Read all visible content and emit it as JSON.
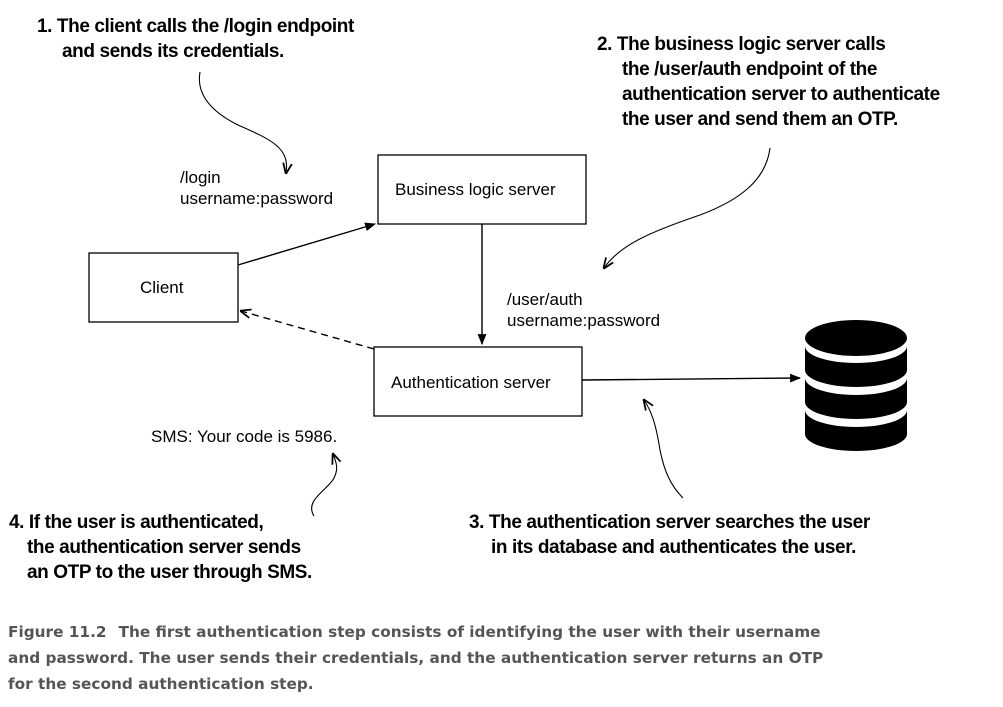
{
  "nodes": {
    "business": "Business logic server",
    "client": "Client",
    "auth": "Authentication server"
  },
  "edge_labels": {
    "login": [
      "/login",
      "username:password"
    ],
    "user_auth": [
      "/user/auth",
      "username:password"
    ],
    "sms": "SMS: Your code is 5986."
  },
  "annotations": {
    "step1": [
      "1. The client calls the /login endpoint",
      "and sends its credentials."
    ],
    "step2": [
      "2. The business logic server calls",
      "the /user/auth endpoint of the",
      "authentication server to authenticate",
      "the user and send them an OTP."
    ],
    "step3": [
      "3. The authentication server searches the user",
      "in its database and authenticates the user."
    ],
    "step4": [
      "4. If the user is authenticated,",
      "the authentication server sends",
      "an OTP to the user through SMS."
    ]
  },
  "caption": {
    "figure": "Figure 11.2",
    "lines": [
      "The first authentication step consists of identifying the user with their username",
      "and password. The user sends their credentials, and the authentication server returns an OTP",
      "for the second authentication step."
    ]
  },
  "colors": {
    "ink": "#000000",
    "caption": "#555555"
  },
  "icons": {
    "database": "database-icon"
  }
}
